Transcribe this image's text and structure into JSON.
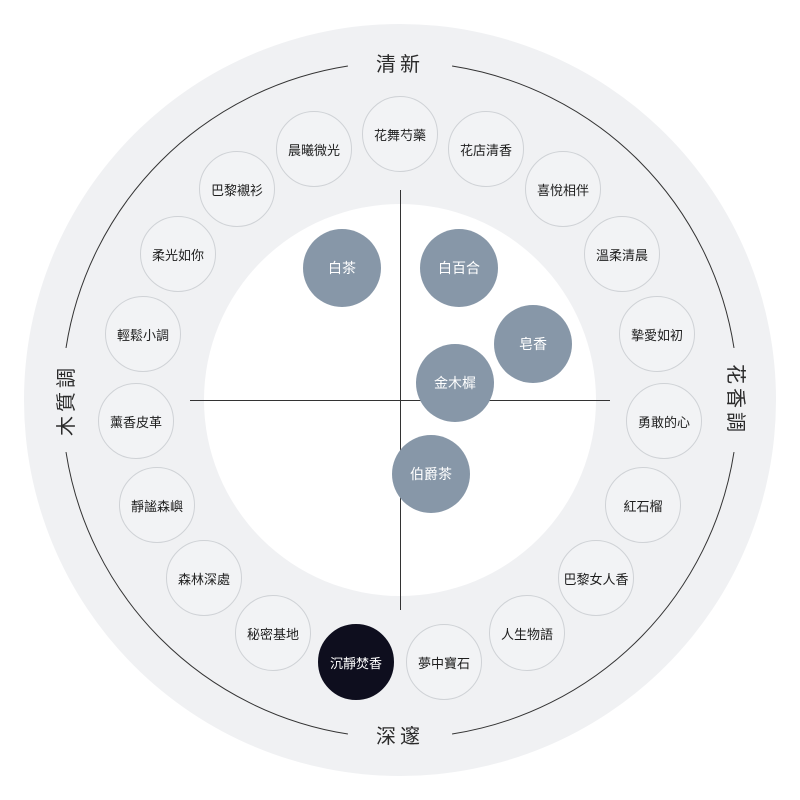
{
  "axes": {
    "top": "清新",
    "bottom": "深邃",
    "left": "木質調",
    "right": "花香調"
  },
  "ring_items": [
    {
      "label": "花舞芍藥"
    },
    {
      "label": "花店清香"
    },
    {
      "label": "喜悅相伴"
    },
    {
      "label": "溫柔清晨"
    },
    {
      "label": "摯愛如初"
    },
    {
      "label": "勇敢的心"
    },
    {
      "label": "紅石榴"
    },
    {
      "label": "巴黎女人香"
    },
    {
      "label": "人生物語"
    },
    {
      "label": "夢中寶石"
    },
    {
      "label": "沉靜焚香",
      "selected": true
    },
    {
      "label": "秘密基地"
    },
    {
      "label": "森林深處"
    },
    {
      "label": "靜謐森嶼"
    },
    {
      "label": "薰香皮革"
    },
    {
      "label": "輕鬆小調"
    },
    {
      "label": "柔光如你"
    },
    {
      "label": "巴黎襯衫"
    },
    {
      "label": "晨曦微光"
    }
  ],
  "notes": [
    {
      "label": "白茶"
    },
    {
      "label": "白百合"
    },
    {
      "label": "皂香"
    },
    {
      "label": "金木樨"
    },
    {
      "label": "伯爵茶"
    }
  ],
  "colors": {
    "outer_ring": "#f0f1f3",
    "note_fill": "#8797a8",
    "selected_fill": "#0e0e1e"
  }
}
